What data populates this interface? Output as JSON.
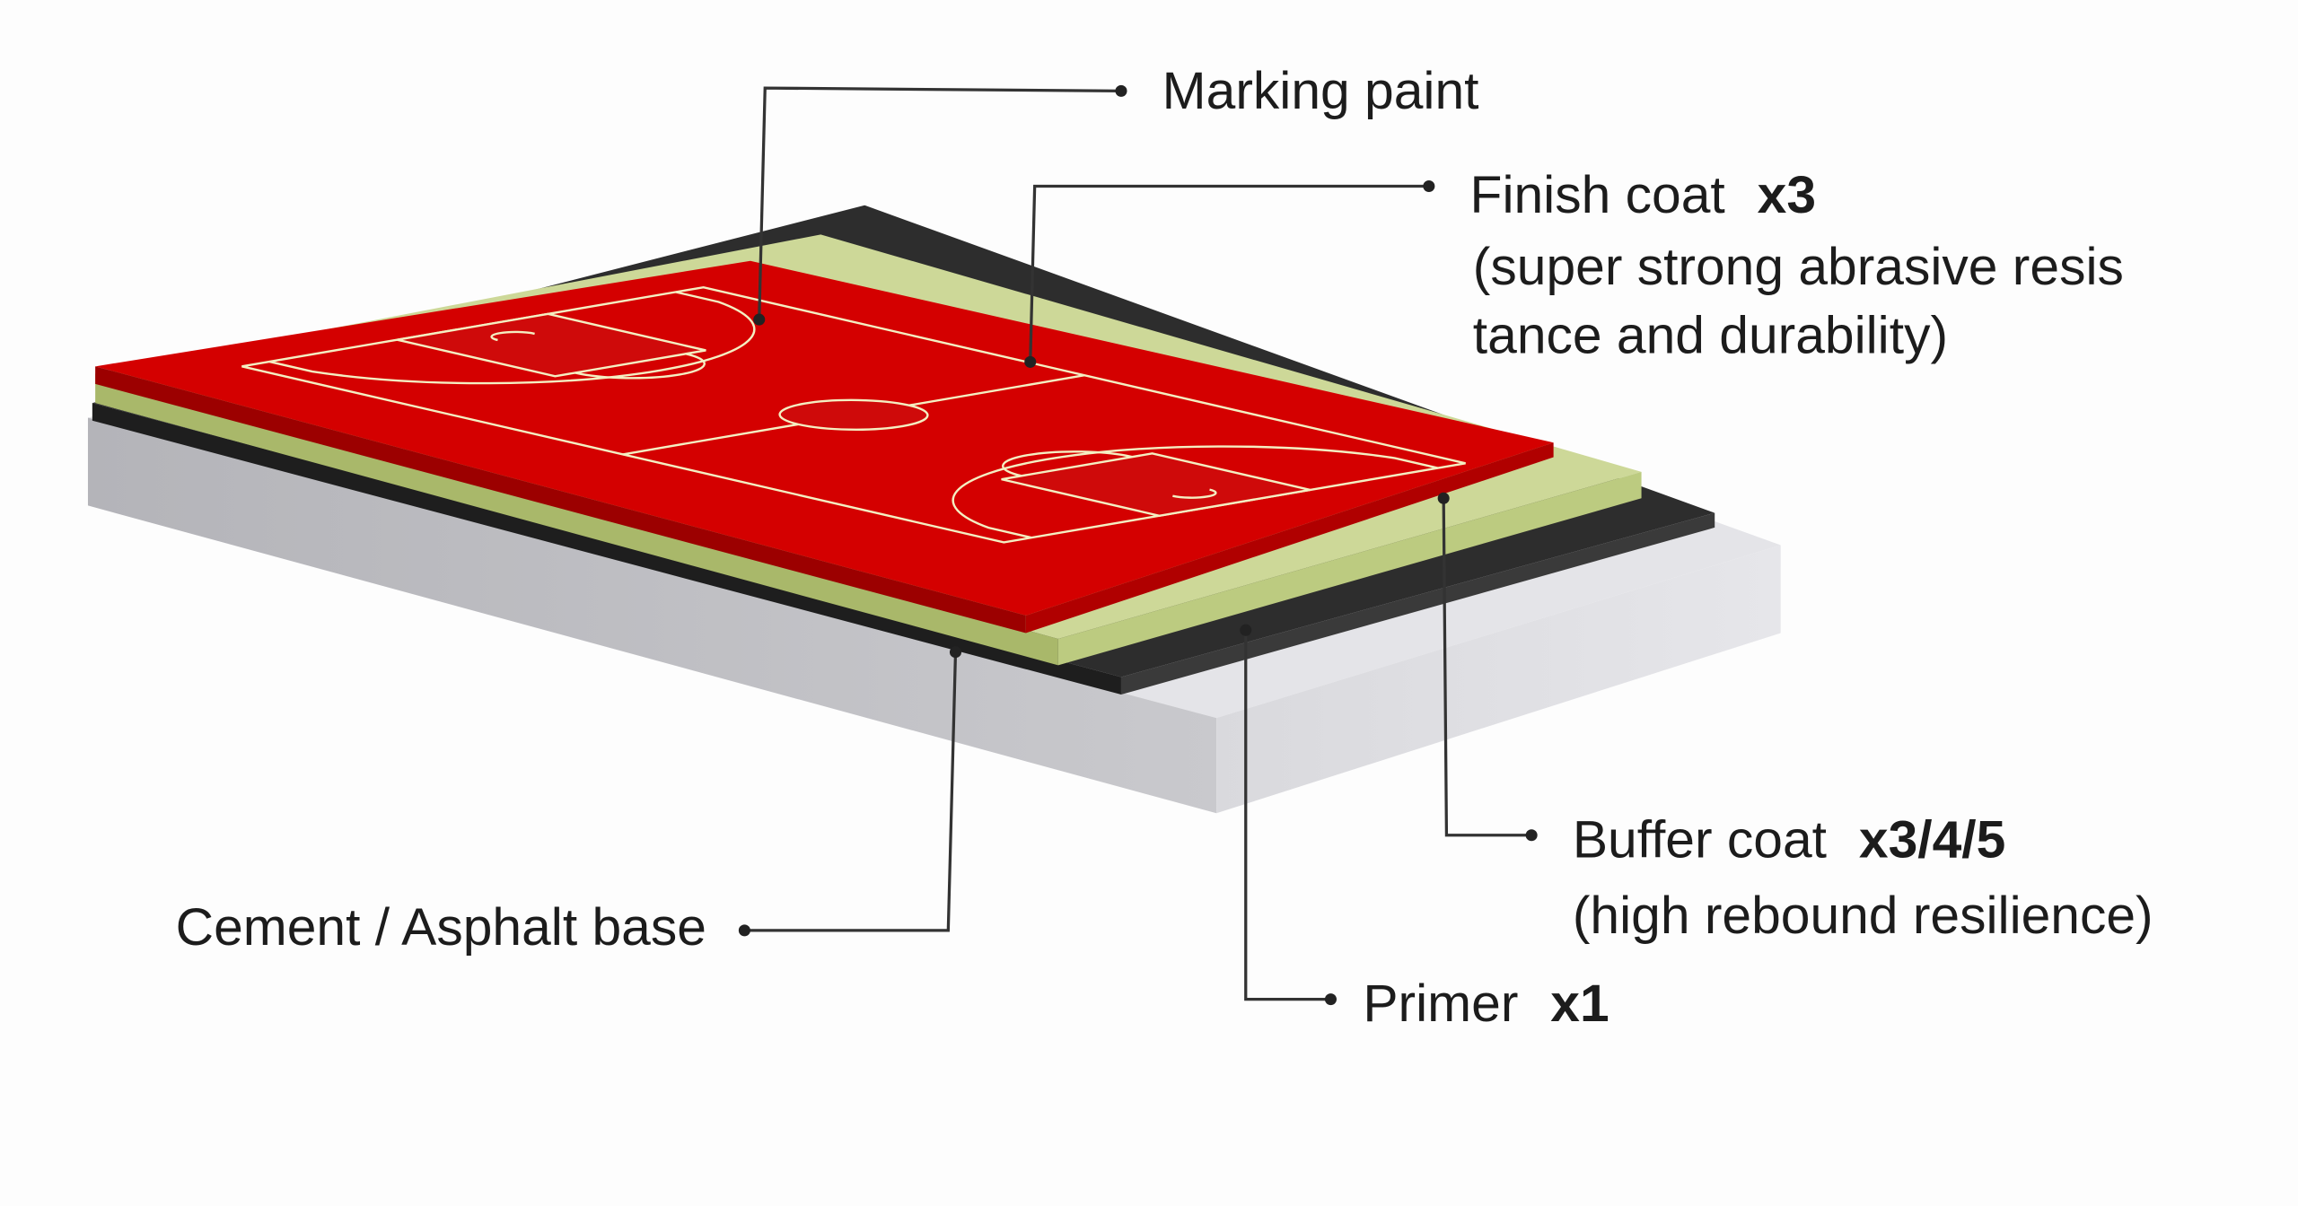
{
  "labels": {
    "marking_paint": "Marking paint",
    "finish_coat": {
      "name": "Finish coat",
      "count": "x3",
      "note_line1": "(super strong abrasive resis",
      "note_line2": "tance and durability)"
    },
    "buffer_coat": {
      "name": "Buffer coat",
      "count": "x3/4/5",
      "note": "(high rebound resilience)"
    },
    "primer": {
      "name": "Primer",
      "count": "x1"
    },
    "base": "Cement / Asphalt base"
  },
  "colors": {
    "surface_border": "#d40000",
    "court": "#2f9b1f",
    "court_lines": "#f4efc2",
    "buffer_coat": "#c9d58f",
    "primer": "#2b2b2b",
    "base": "#c4c4c8",
    "leader_lines": "#333333"
  }
}
